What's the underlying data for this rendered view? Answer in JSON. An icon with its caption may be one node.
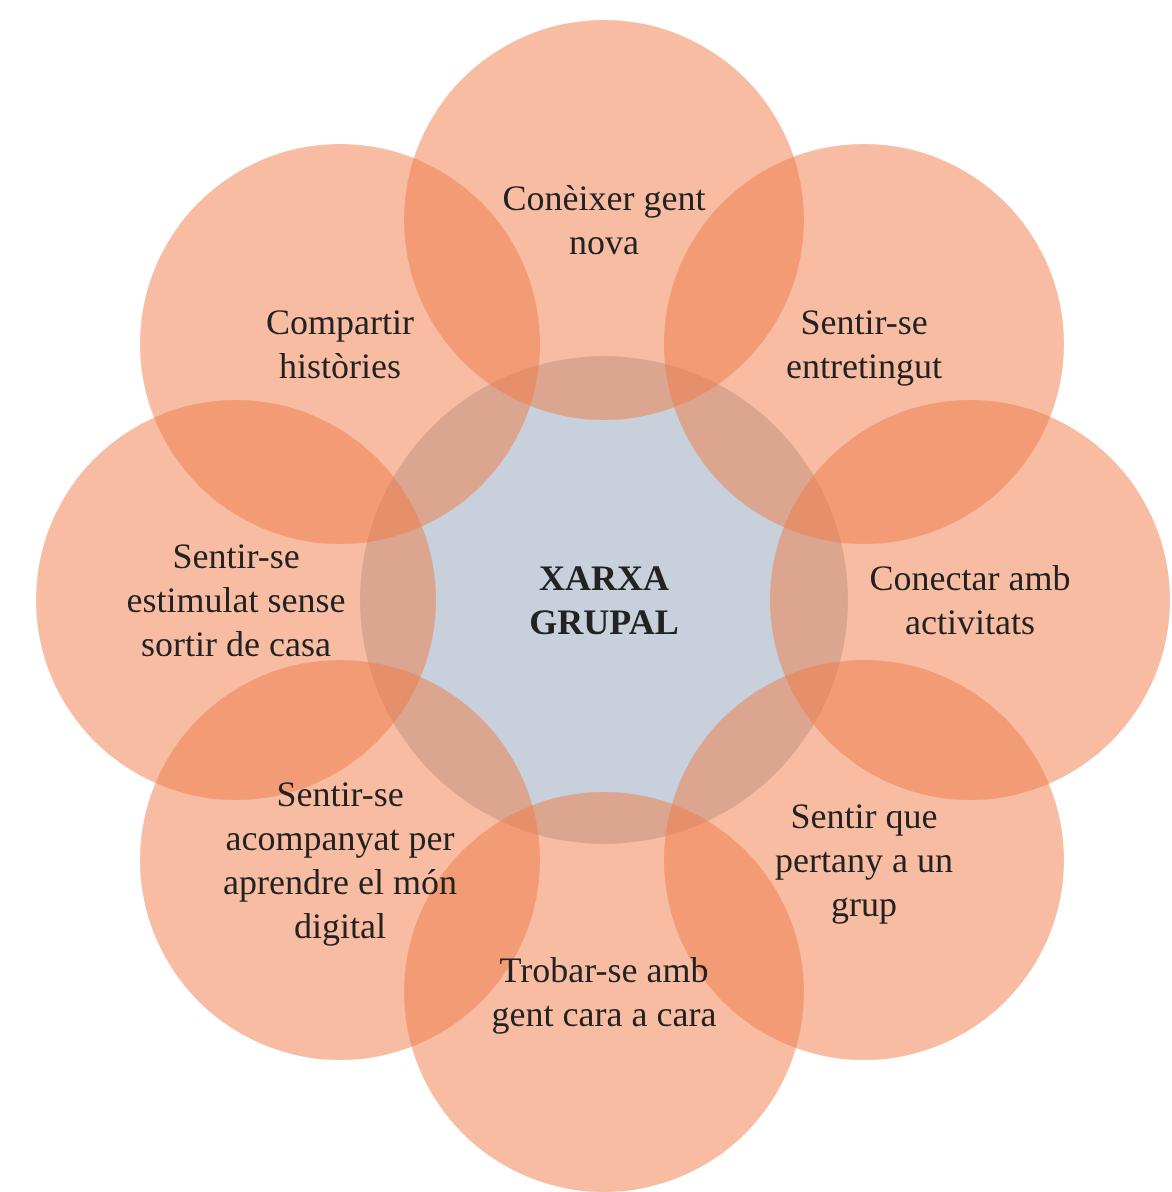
{
  "diagram": {
    "nodes": [
      {
        "text": [
          "XARXA GRUPAL"
        ]
      },
      {
        "text": [
          "Conèixer gent nova"
        ]
      },
      {
        "text": [
          "Sentir-se entretingut"
        ]
      },
      {
        "text": [
          "Conectar amb activitats"
        ]
      },
      {
        "text": [
          "Sentir que pertany a un grup"
        ]
      },
      {
        "text": [
          "Trobar-se amb gent cara a cara"
        ]
      },
      {
        "text": [
          "Sentir-se acompanyat per aprendre el món digital"
        ]
      },
      {
        "text": [
          "Sentir-se estimulat sense sortir de casa"
        ]
      },
      {
        "text": [
          "Compartir històries"
        ]
      }
    ]
  }
}
